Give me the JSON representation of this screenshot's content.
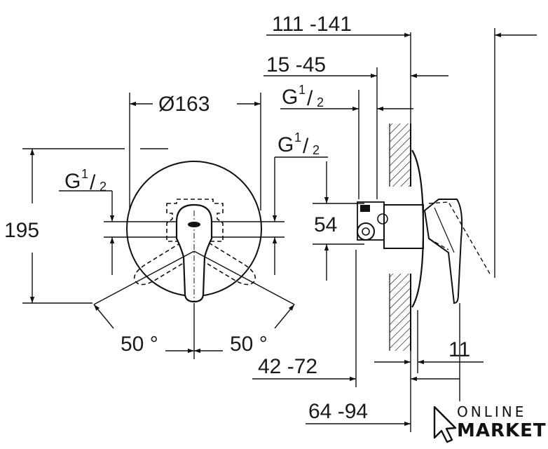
{
  "labels": {
    "top_width": "111 -141",
    "depth_top": "15 -45",
    "diameter": "Ø163",
    "height": "195",
    "thread_symbol": "G",
    "thread_num": "1",
    "thread_den": "2",
    "spacing": "54",
    "angle_left": "50 °",
    "angle_right": "50 °",
    "depth_mid": "42 -72",
    "depth_low": "64 -94",
    "plate_thickness": "11"
  },
  "logo": {
    "line1": "ONLINE",
    "line2": "MARKET"
  }
}
